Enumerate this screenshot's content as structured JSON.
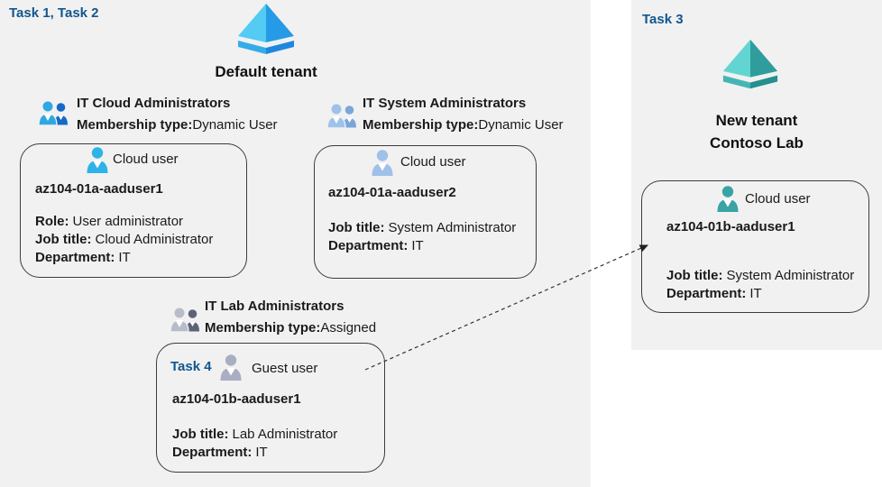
{
  "page": {
    "background": "#ffffff",
    "panel_background": "#f1f1f1",
    "accent_blue": "#12568f",
    "text_color": "#1a1a1a"
  },
  "left_panel": {
    "task_label": "Task 1, Task 2",
    "tenant_name": "Default tenant",
    "groups": [
      {
        "name": "IT Cloud Administrators",
        "membership_label": "Membership type:",
        "membership_value": "Dynamic User",
        "icon": "group-icon-cyan-blue"
      },
      {
        "name": "IT System Administrators",
        "membership_label": "Membership type:",
        "membership_value": "Dynamic User",
        "icon": "group-icon-steel-blue"
      },
      {
        "name": "IT Lab Administrators",
        "membership_label": "Membership type:",
        "membership_value": "Assigned",
        "icon": "group-icon-gray"
      }
    ],
    "cards": [
      {
        "user_type": "Cloud user",
        "title": "az104-01a-aaduser1",
        "icon": "user-icon-cyan",
        "fields": [
          {
            "label": "Role:",
            "value": "User administrator"
          },
          {
            "label": "Job title:",
            "value": "Cloud Administrator"
          },
          {
            "label": "Department:",
            "value": "IT"
          }
        ]
      },
      {
        "user_type": "Cloud user",
        "title": "az104-01a-aaduser2",
        "icon": "user-icon-steel",
        "fields": [
          {
            "label": "Job title:",
            "value": "System Administrator"
          },
          {
            "label": "Department:",
            "value": "IT"
          }
        ]
      },
      {
        "task_label": "Task 4",
        "user_type": "Guest user",
        "title": "az104-01b-aaduser1",
        "icon": "user-icon-gray",
        "fields": [
          {
            "label": "Job title:",
            "value": "Lab Administrator"
          },
          {
            "label": "Department:",
            "value": "IT"
          }
        ]
      }
    ]
  },
  "right_panel": {
    "task_label": "Task 3",
    "tenant_name_line1": "New tenant",
    "tenant_name_line2": "Contoso Lab",
    "card": {
      "user_type": "Cloud user",
      "title": "az104-01b-aaduser1",
      "icon": "user-icon-teal",
      "fields": [
        {
          "label": "Job title:",
          "value": "System Administrator"
        },
        {
          "label": "Department:",
          "value": "IT"
        }
      ]
    }
  },
  "icons": {
    "tenant_blue": {
      "face_light": "#53cbf2",
      "face_dark": "#259ae6",
      "rim_left": "#35ace8",
      "rim_right": "#1e88e0"
    },
    "tenant_teal": {
      "face_light": "#62d5d3",
      "face_dark": "#2f9d9b",
      "rim_left": "#45b5b3",
      "rim_right": "#268f8f"
    },
    "user_cyan": "#2eb3e8",
    "user_steel": "#9fc0e8",
    "user_gray": "#a9aec2",
    "user_teal": "#3aa3a3",
    "group1_front": "#2fa8e1",
    "group1_back": "#1669c8",
    "group2_front": "#9ec2ea",
    "group2_back": "#7ba6da",
    "group3_front": "#b7bcc9",
    "group3_back": "#5d6377",
    "arrow_color": "#333333"
  }
}
